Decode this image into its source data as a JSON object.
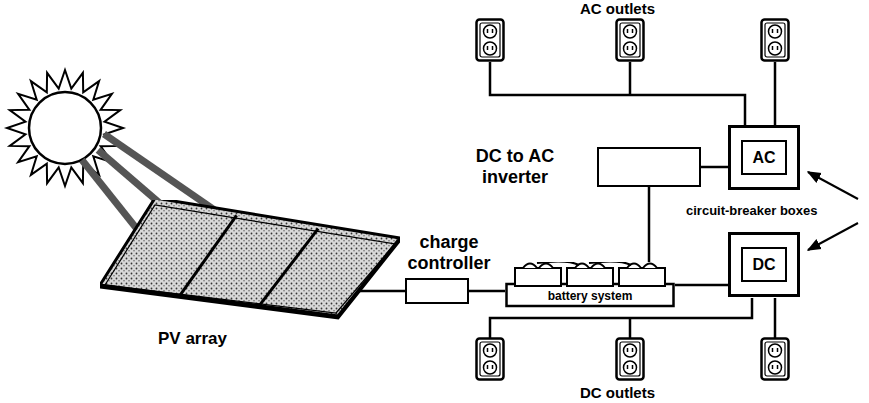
{
  "diagram": {
    "nodes": [
      {
        "text": [
          "PV array"
        ]
      },
      {
        "text": [
          "charge controller"
        ]
      },
      {
        "text": [
          "battery system"
        ]
      },
      {
        "text": [
          "DC to AC inverter"
        ]
      },
      {
        "text": [
          "AC"
        ]
      },
      {
        "text": [
          "DC"
        ]
      }
    ],
    "edges": [
      {
        "from": 0,
        "to": 1,
        "arrow": "none"
      },
      {
        "from": 1,
        "to": 2,
        "arrow": "none"
      },
      {
        "from": 2,
        "to": 3,
        "arrow": "none"
      },
      {
        "from": 3,
        "to": 4,
        "arrow": "none"
      },
      {
        "from": 2,
        "to": 5,
        "arrow": "none"
      }
    ],
    "labels": [
      "AC outlets",
      "circuit-breaker boxes",
      "DC outlets"
    ]
  }
}
